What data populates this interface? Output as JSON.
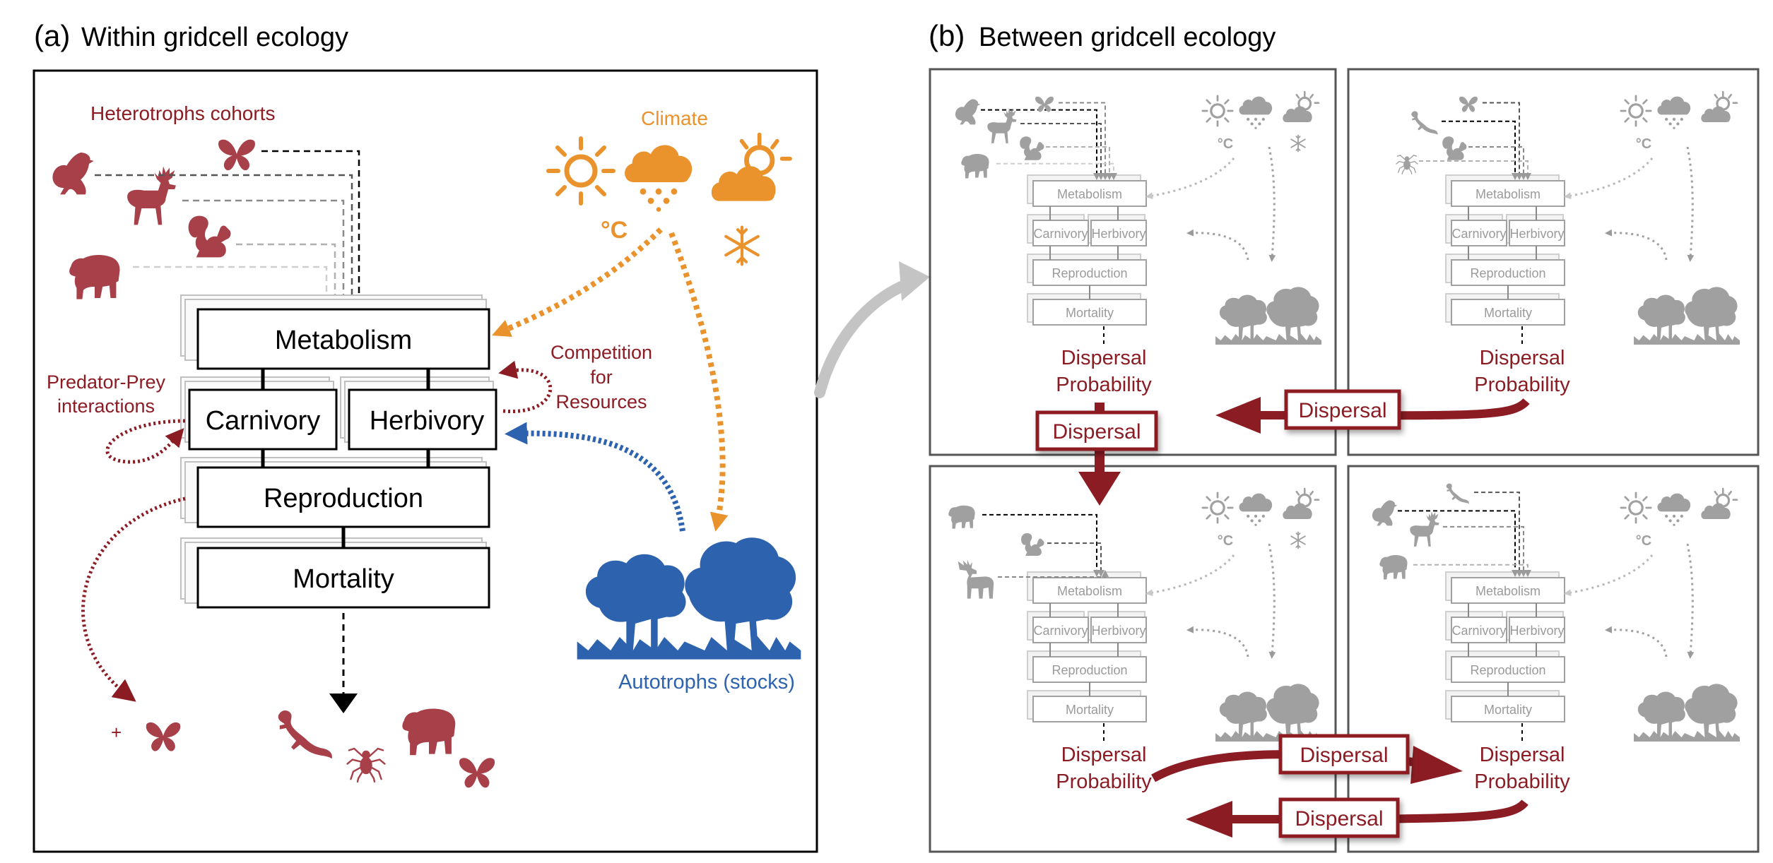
{
  "panel_a": {
    "title_letter": "(a)",
    "title": "Within gridcell ecology",
    "heterotrophs_label": "Heterotrophs cohorts",
    "climate_label": "Climate",
    "celsius": "°C",
    "competition_line1": "Competition",
    "competition_line2": "for",
    "competition_line3": "Resources",
    "predator_line1": "Predator-Prey",
    "predator_line2": "interactions",
    "autotrophs_label": "Autotrophs (stocks)",
    "plus": "+",
    "boxes": {
      "metabolism": "Metabolism",
      "carnivory": "Carnivory",
      "herbivory": "Herbivory",
      "reproduction": "Reproduction",
      "mortality": "Mortality"
    }
  },
  "panel_b": {
    "title_letter": "(b)",
    "title": "Between gridcell ecology",
    "celsius": "°C",
    "boxes": {
      "metabolism": "Metabolism",
      "carnivory": "Carnivory",
      "herbivory": "Herbivory",
      "reproduction": "Reproduction",
      "mortality": "Mortality"
    },
    "dispersal_prob_line1": "Dispersal",
    "dispersal_prob_line2": "Probability",
    "dispersal_label": "Dispersal"
  },
  "colors": {
    "dark_red": "#8c1c24",
    "animal_red": "#a8404a",
    "orange": "#ea922c",
    "blue": "#2d62ae",
    "grey": "#a0a0a0",
    "light_grey": "#c8c8c8"
  },
  "icons": [
    "eagle-icon",
    "butterfly-icon",
    "deer-icon",
    "squirrel-icon",
    "bear-icon",
    "sun-icon",
    "rain-cloud-icon",
    "sun-cloud-icon",
    "snowflake-icon",
    "tree-icon",
    "lizard-icon",
    "spider-icon",
    "moose-icon"
  ]
}
